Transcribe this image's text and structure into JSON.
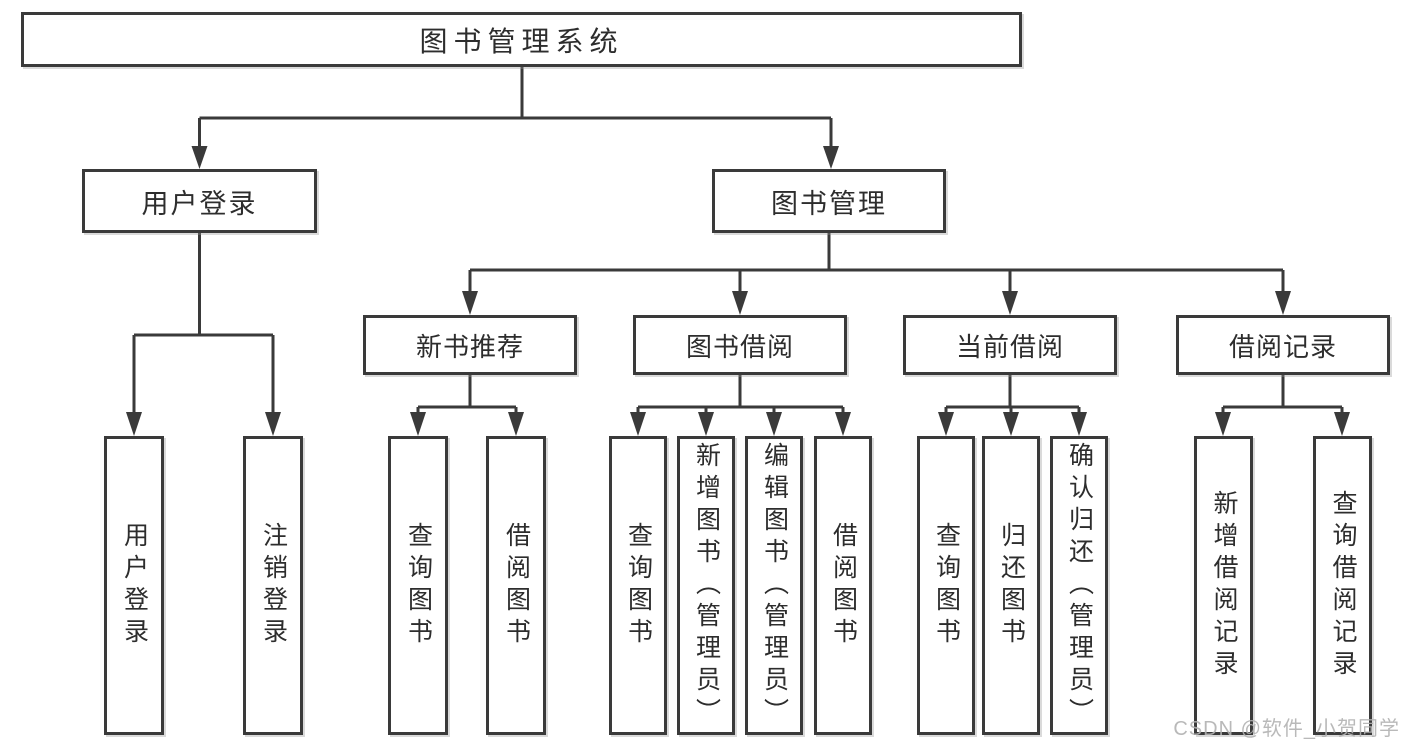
{
  "nodes": {
    "root": "图书管理系统",
    "user_login": "用户登录",
    "book_management": "图书管理",
    "new_book_recommend": "新书推荐",
    "book_borrowing": "图书借阅",
    "current_borrowing": "当前借阅",
    "borrow_records": "借阅记录",
    "leaves": {
      "user_login": "用户登录",
      "logout": "注销登录",
      "nb_query_books": "查询图书",
      "nb_borrow_books": "借阅图书",
      "bb_query_books": "查询图书",
      "bb_add_books": "新增图书（管理员）",
      "bb_edit_books": "编辑图书（管理员）",
      "bb_borrow_books": "借阅图书",
      "cb_query_books": "查询图书",
      "cb_return_books": "归还图书",
      "cb_confirm_return": "确认归还（管理员）",
      "br_add_record": "新增借阅记录",
      "br_query_record": "查询借阅记录"
    }
  },
  "watermark": "CSDN @软件_小贺同学",
  "colors": {
    "line": "#3a3a3a",
    "box_border": "#3a3a3a",
    "text": "#2d2d2d",
    "watermark": "#b2b2b2",
    "background": "#ffffff"
  }
}
